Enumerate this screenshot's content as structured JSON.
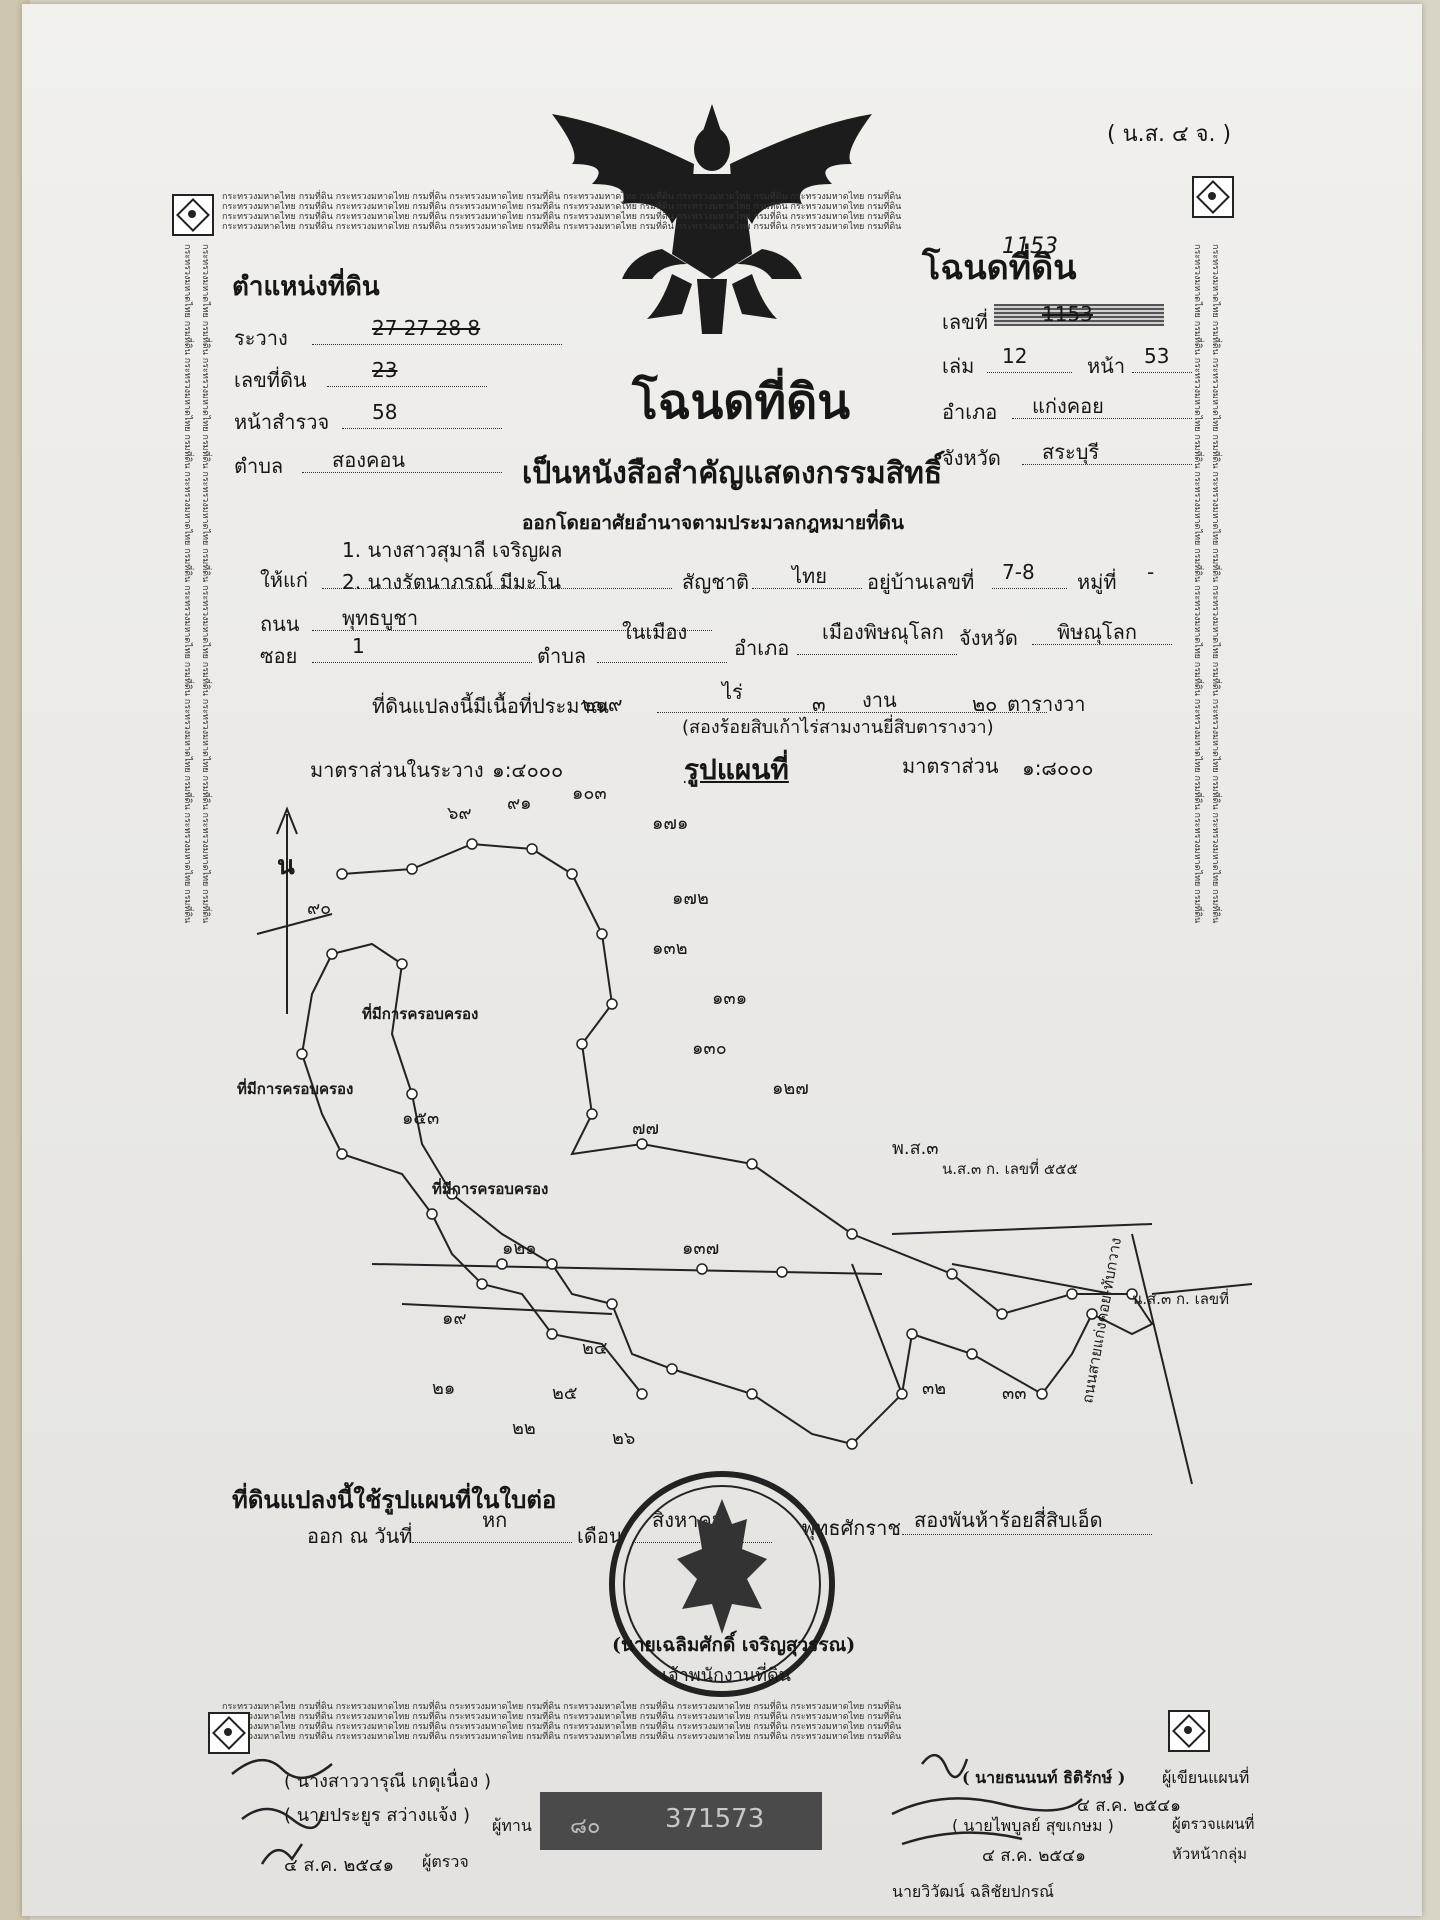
{
  "form_code": "( น.ส. ๔ จ. )",
  "header": {
    "left_title": "ตำแหน่งที่ดิน",
    "right_title": "โฉนดที่ดิน",
    "center_title": "โฉนดที่ดิน",
    "subtitle": "เป็นหนังสือสำคัญแสดงกรรมสิทธิ์",
    "authority": "ออกโดยอาศัยอำนาจตามประมวลกฎหมายที่ดิน",
    "hand_number": "1153"
  },
  "location": {
    "sheet_label": "ระวาง",
    "sheet_value": "27 27 28 8",
    "land_no_label": "เลขที่ดิน",
    "land_no_value": "23",
    "survey_label": "หน้าสำรวจ",
    "survey_value": "58",
    "subdistrict_label": "ตำบล",
    "subdistrict_value": "สองคอน"
  },
  "deed": {
    "no_label": "เลขที่",
    "no_value": "1153",
    "book_label": "เล่ม",
    "book_value": "12",
    "page_label": "หน้า",
    "page_value": "53",
    "district_label": "อำเภอ",
    "district_value": "แก่งคอย",
    "province_label": "จังหวัด",
    "province_value": "สระบุรี"
  },
  "owners": {
    "to_label": "ให้แก่",
    "owner1": "1. นางสาวสุมาลี  เจริญผล",
    "owner2": "2. นางรัตนาภรณ์  มีมะโน",
    "nationality_label": "สัญชาติ",
    "nationality_value": "ไทย",
    "house_label": "อยู่บ้านเลขที่",
    "house_value": "7-8",
    "moo_label": "หมู่ที่",
    "moo_value": "-",
    "road_label": "ถนน",
    "road_value": "พุทธบูชา",
    "soi_label": "ซอย",
    "soi_value": "1",
    "tambon_label": "ตำบล",
    "tambon_value": "ในเมือง",
    "amphoe_label": "อำเภอ",
    "amphoe_value": "เมืองพิษณุโลก",
    "province_label": "จังหวัด",
    "province_value": "พิษณุโลก"
  },
  "area": {
    "text": "ที่ดินแปลงนี้มีเนื้อที่ประมาณ",
    "rai": "๒๑๙",
    "rai_unit": "ไร่",
    "ngan": "๓",
    "ngan_unit": "งาน",
    "wa": "๒๐",
    "wa_unit": "ตารางวา",
    "in_words": "(สองร้อยสิบเก้าไร่สามงานยี่สิบตารางวา)"
  },
  "scale": {
    "sheet_label": "มาตราส่วนในระวาง",
    "sheet_value": "๑:๔๐๐๐",
    "map_title": "รูปแผนที่",
    "label": "มาตราส่วน",
    "value": "๑:๘๐๐๐"
  },
  "map_labels": {
    "north": "น",
    "ninety": "๙๐",
    "n1": "๖๙",
    "n2": "๙๑",
    "n3": "๑๐๓",
    "n4": "๑๗๑",
    "n5": "๑๗๒",
    "n6": "๑๓๒",
    "n7": "๑๓๑",
    "n8": "๑๓๐",
    "n9": "๑๒๗",
    "n10": "๑๕๓",
    "n11": "๗๗",
    "n12": "๑๓๗",
    "n13": "๑๒๑",
    "n14": "๑๙",
    "n15": "๒๑",
    "n16": "๒๔",
    "n17": "๒๕",
    "n18": "๒๒",
    "n19": "๒๖",
    "n20": "๓๒",
    "n21": "๓๓",
    "n22": "พ.ส.๓",
    "reserve1": "ที่มีการครอบครอง",
    "reserve2": "ที่มีการครอบครอง",
    "reserve3": "ที่มีการครอบครอง",
    "road1": "ถนนสายแก่งคอย-ทับกวาง",
    "nsl1": "น.ส.๓ ก. เลขที่ ๕๕๕",
    "nsl2": "น.ส.๓ ก. เลขที่"
  },
  "issue": {
    "attached": "ที่ดินแปลงนี้ใช้รูปแผนที่ในใบต่อ",
    "issued_at": "ออก ณ วันที่",
    "day": "หก",
    "month_label": "เดือน",
    "month": "สิงหาคม",
    "year_label": "พุทธศักราช",
    "year": "สองพันห้าร้อยสี่สิบเอ็ด"
  },
  "seal": {
    "name": "(นายเฉลิมศักดิ์  เจริญสุวรรณ)",
    "title": "เจ้าพนักงานที่ดิน"
  },
  "signatures": {
    "left1": "( นางสาววารุณี  เกตุเนื่อง )",
    "left2": "( นายประยูร  สว่างแจ้ง )",
    "left2_role": "ผู้ทาน",
    "left3_date": "๔ ส.ค. ๒๕๔๑",
    "left3_role": "ผู้ตรวจ",
    "right1": "( นายธนนนท์  ธิติรักษ์ )",
    "right1_role": "ผู้เขียนแผนที่",
    "right2_date": "๔ ส.ค. ๒๕๔๑",
    "right2_role": "ผู้ตรวจแผนที่",
    "right3": "( นายไพบูลย์  สุขเกษม )",
    "right3_date": "๔ ส.ค. ๒๕๔๑",
    "right3_role": "หัวหน้ากลุ่ม",
    "right4": "นายวิวัฒน์  ฉลิชัยปกรณ์"
  },
  "serial": {
    "prefix": "๘๐",
    "number": "371573"
  },
  "colors": {
    "paper": "#efeeea",
    "ink": "#161616",
    "serial_box": "#4a4a4a"
  },
  "micro_text": "กระทรวงมหาดไทย กรมที่ดิน กระทรวงมหาดไทย กรมที่ดิน กระทรวงมหาดไทย กรมที่ดิน กระทรวงมหาดไทย กรมที่ดิน กระทรวงมหาดไทย กรมที่ดิน กระทรวงมหาดไทย กรมที่ดิน"
}
